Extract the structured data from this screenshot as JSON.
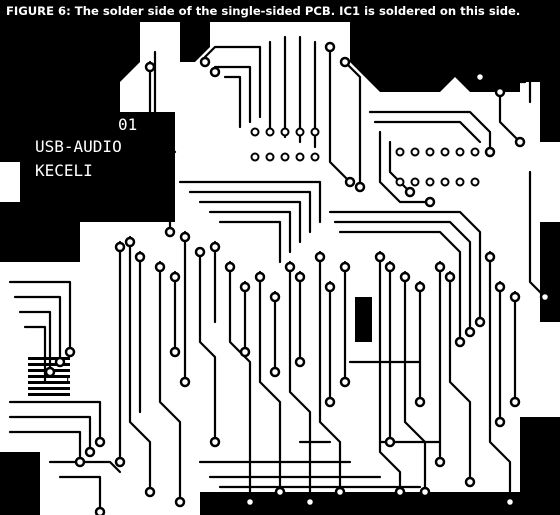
{
  "figure": {
    "caption": "FIGURE 6: The solder side of the single-sided PCB. IC1 is soldered on this side."
  },
  "board": {
    "silkscreen": [
      "01",
      "USB-AUDIO",
      "KECELI"
    ],
    "label_ic": "1"
  },
  "colors": {
    "copper": "#000000",
    "substrate": "#ffffff",
    "caption_bg": "#000000",
    "caption_text": "#ffffff"
  }
}
